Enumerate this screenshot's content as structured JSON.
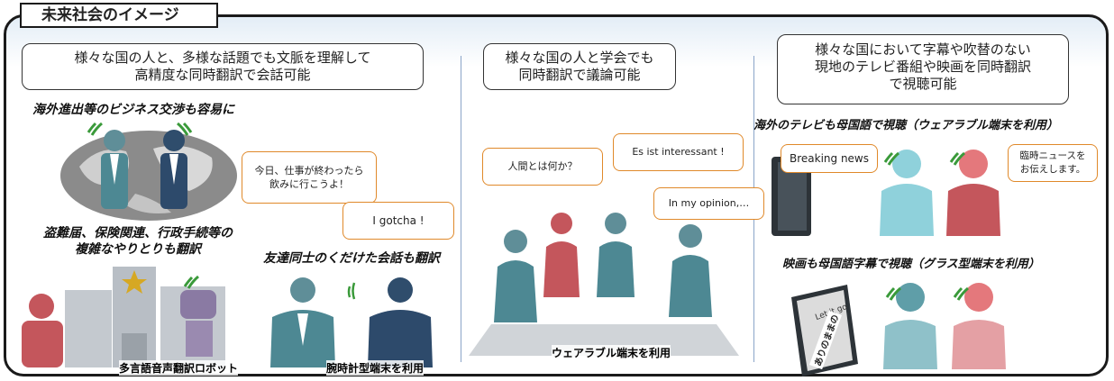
{
  "title": "未来社会のイメージ",
  "panel1": {
    "heading": [
      "様々な国の人と、多様な話題でも文脈を理解して",
      "高精度な同時翻訳で会話可能"
    ],
    "caption_business": "海外進出等のビジネス交渉も容易に",
    "caption_complex": [
      "盗難届、保険関連、行政手続等の",
      "複雑なやりとりも翻訳"
    ],
    "caption_friends": "友達同士のくだけた会話も翻訳",
    "bubble_left": [
      "今日、仕事が終わったら",
      "飲みに行こうよ！"
    ],
    "bubble_right": "I gotcha !",
    "label_robot": "多言語音声翻訳ロボット",
    "label_watch": "腕時計型端末を利用"
  },
  "panel2": {
    "heading": [
      "様々な国の人と学会でも",
      "同時翻訳で議論可能"
    ],
    "bubble_1": "人間とは何か？",
    "bubble_2": "Es ist interessant !",
    "bubble_3": "In my opinion,…",
    "label": "ウェアラブル端末を利用"
  },
  "panel3": {
    "heading": [
      "様々な国において字幕や吹替のない",
      "現地のテレビ番組や映画を同時翻訳",
      "で視聴可能"
    ],
    "caption_tv": "海外のテレビも母国語で視聴（ウェアラブル端末を利用）",
    "caption_movie": "映画も母国語字幕で視聴（グラス型端末を利用）",
    "bubble_news": "Breaking news",
    "bubble_jp": [
      "臨時ニュースを",
      "お伝えします。"
    ],
    "screen_text_1": "Let it go",
    "screen_text_2": "ありのままの"
  },
  "colors": {
    "frame": "#1a1a1a",
    "divider": "#8aa4c8",
    "bubble_border": "#e0892a",
    "teal": "#4f8c95",
    "pink": "#c4565c",
    "navy": "#2d4a6b"
  }
}
